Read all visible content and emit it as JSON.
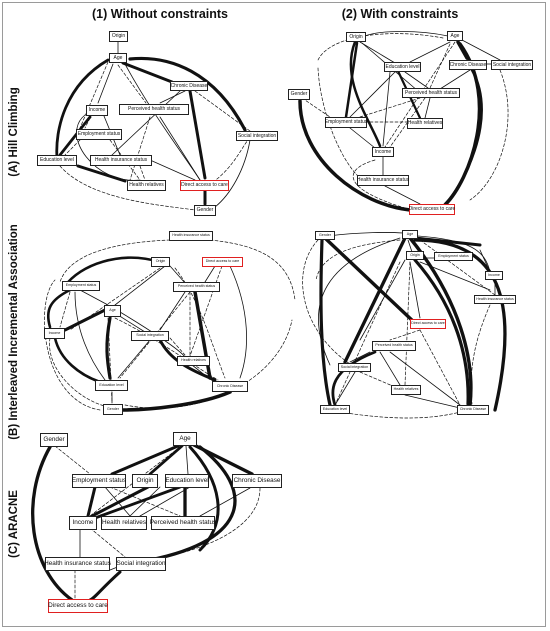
{
  "columns": [
    "(1) Without constraints",
    "(2) With constraints"
  ],
  "rows": [
    "(A) Hill Climbing",
    "(B) Interleaved Incremental Association",
    "(C) ARACNE"
  ],
  "colors": {
    "edge": "#111111",
    "highlight_border": "#e02020",
    "frame": "#9a9a9a"
  },
  "panels": {
    "A1": {
      "nodes": [
        "Origin",
        "Age",
        "Chronic Disease",
        "Income",
        "Perceived health status",
        "Employment status",
        "Social integration",
        "Education level",
        "Health insurance status",
        "Health relatives",
        "Direct access to care",
        "Gender"
      ]
    },
    "A2": {
      "nodes": [
        "Origin",
        "Age",
        "Education level",
        "Chronic Disease",
        "Social integration",
        "Gender",
        "Perceived health status",
        "Employment status",
        "Health relatives",
        "Income",
        "Health insurance status",
        "Direct access to care"
      ]
    },
    "B1": {
      "nodes": [
        "Health insurance status",
        "Origin",
        "Direct access to care",
        "Employment status",
        "Perceived health status",
        "Age",
        "Income",
        "Social integration",
        "Health relatives",
        "Education level",
        "Chronic Disease",
        "Gender"
      ]
    },
    "B2": {
      "nodes": [
        "Gender",
        "Age",
        "Origin",
        "Employment status",
        "Income",
        "Health insurance status",
        "Direct access to care",
        "Perceived health status",
        "Social integration",
        "Health relatives",
        "Education level",
        "Chronic Disease"
      ]
    },
    "C1": {
      "nodes": [
        "Gender",
        "Age",
        "Employment status",
        "Origin",
        "Education level",
        "Chronic Disease",
        "Income",
        "Health relatives",
        "Perceived health status",
        "Health insurance status",
        "Social integration",
        "Direct access to care"
      ]
    }
  }
}
